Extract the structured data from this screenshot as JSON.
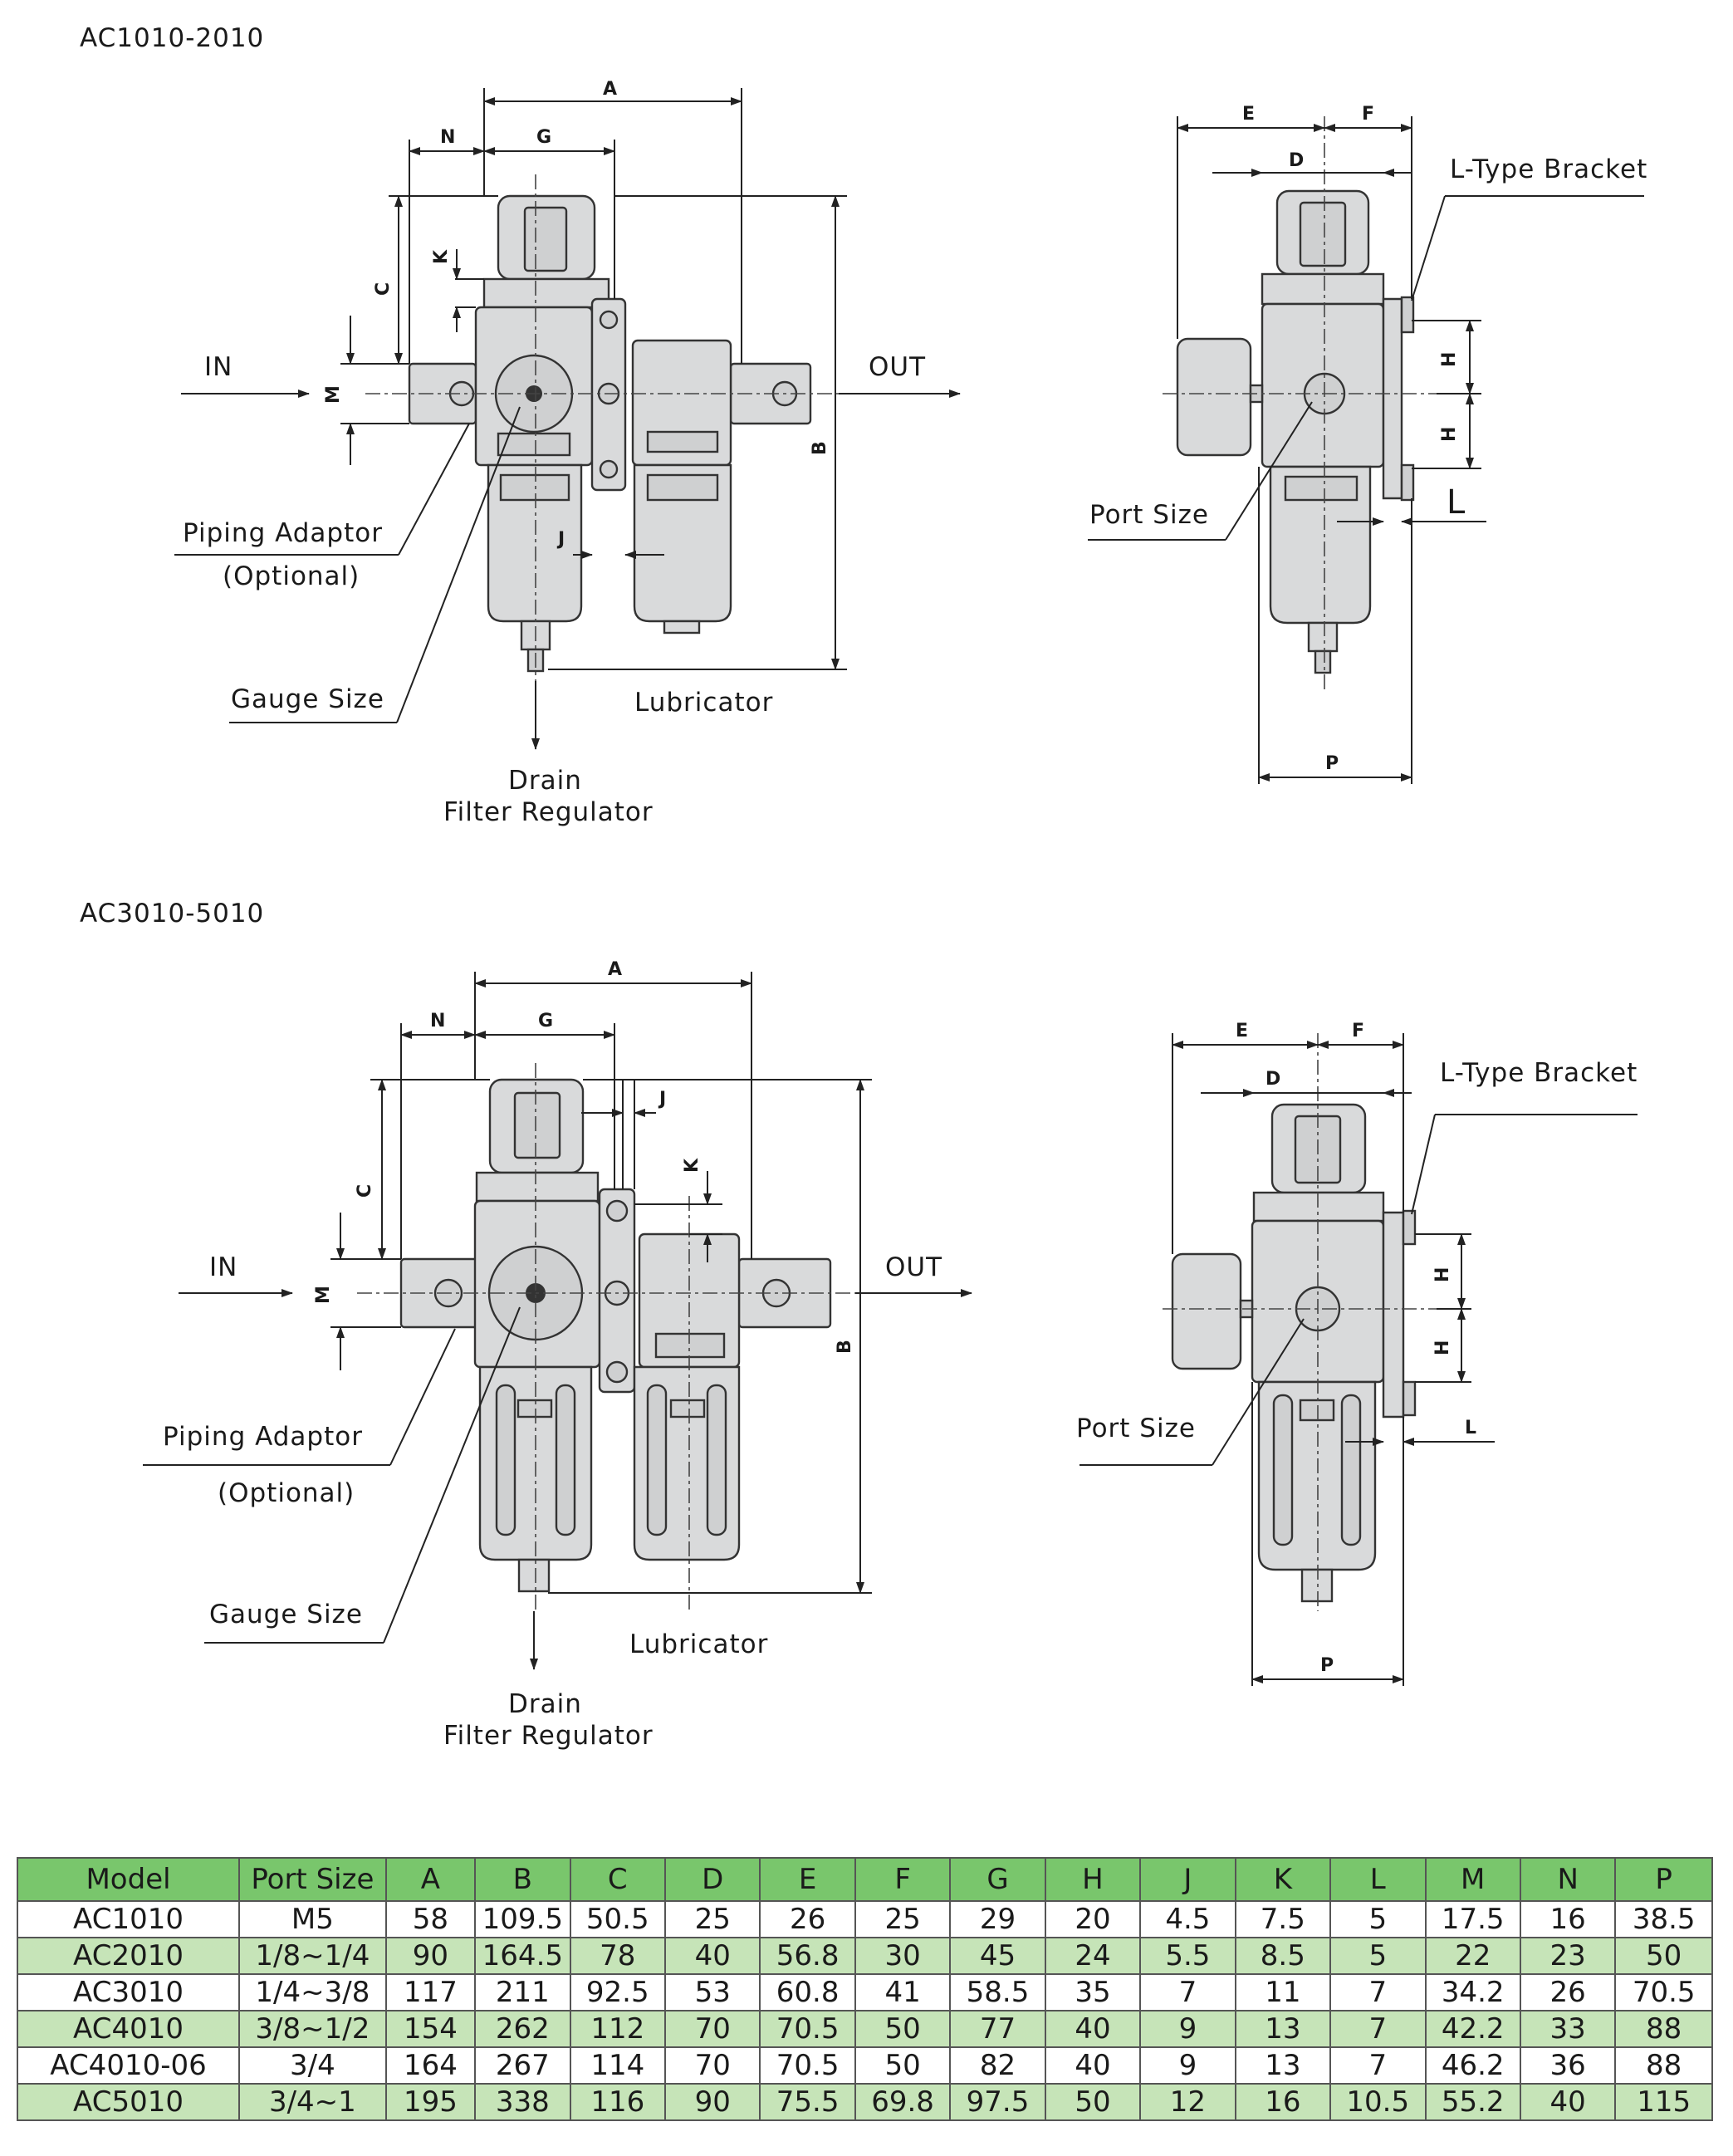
{
  "section1": {
    "title": "AC1010-2010",
    "labels": {
      "in": "IN",
      "out": "OUT",
      "piping_adaptor": "Piping   Adaptor",
      "optional": "(Optional)",
      "gauge_size": "Gauge Size",
      "lubricator": "Lubricator",
      "drain": "Drain",
      "filter_regulator": "Filter  Regulator",
      "bracket": "L-Type Bracket",
      "port_size": "Port    Size"
    },
    "dims": {
      "a": "A",
      "b": "B",
      "c": "C",
      "d": "D",
      "e": "E",
      "f": "F",
      "g": "G",
      "h1": "H",
      "h2": "H",
      "j": "J",
      "k": "K",
      "l": "L",
      "m": "M",
      "n": "N",
      "p": "P"
    }
  },
  "section2": {
    "title": "AC3010-5010",
    "labels": {
      "in": "IN",
      "out": "OUT",
      "piping_adaptor": "Piping   Adaptor",
      "optional": "(Optional)",
      "gauge_size": "Gauge Size",
      "lubricator": "Lubricator",
      "drain": "Drain",
      "filter_regulator": "Filter  Regulator",
      "bracket": "L-Type Bracket",
      "port_size": "Port    Size"
    },
    "dims": {
      "a": "A",
      "b": "B",
      "c": "C",
      "d": "D",
      "e": "E",
      "f": "F",
      "g": "G",
      "h1": "H",
      "h2": "H",
      "j": "J",
      "k": "K",
      "l": "L",
      "m": "M",
      "n": "N",
      "p": "P"
    }
  },
  "table": {
    "headers": [
      "Model",
      "Port Size",
      "A",
      "B",
      "C",
      "D",
      "E",
      "F",
      "G",
      "H",
      "J",
      "K",
      "L",
      "M",
      "N",
      "P"
    ],
    "rows": [
      [
        "AC1010",
        "M5",
        "58",
        "109.5",
        "50.5",
        "25",
        "26",
        "25",
        "29",
        "20",
        "4.5",
        "7.5",
        "5",
        "17.5",
        "16",
        "38.5"
      ],
      [
        "AC2010",
        "1/8~1/4",
        "90",
        "164.5",
        "78",
        "40",
        "56.8",
        "30",
        "45",
        "24",
        "5.5",
        "8.5",
        "5",
        "22",
        "23",
        "50"
      ],
      [
        "AC3010",
        "1/4~3/8",
        "117",
        "211",
        "92.5",
        "53",
        "60.8",
        "41",
        "58.5",
        "35",
        "7",
        "11",
        "7",
        "34.2",
        "26",
        "70.5"
      ],
      [
        "AC4010",
        "3/8~1/2",
        "154",
        "262",
        "112",
        "70",
        "70.5",
        "50",
        "77",
        "40",
        "9",
        "13",
        "7",
        "42.2",
        "33",
        "88"
      ],
      [
        "AC4010-06",
        "3/4",
        "164",
        "267",
        "114",
        "70",
        "70.5",
        "50",
        "82",
        "40",
        "9",
        "13",
        "7",
        "46.2",
        "36",
        "88"
      ],
      [
        "AC5010",
        "3/4~1",
        "195",
        "338",
        "116",
        "90",
        "75.5",
        "69.8",
        "97.5",
        "50",
        "12",
        "16",
        "10.5",
        "55.2",
        "40",
        "115"
      ]
    ]
  }
}
